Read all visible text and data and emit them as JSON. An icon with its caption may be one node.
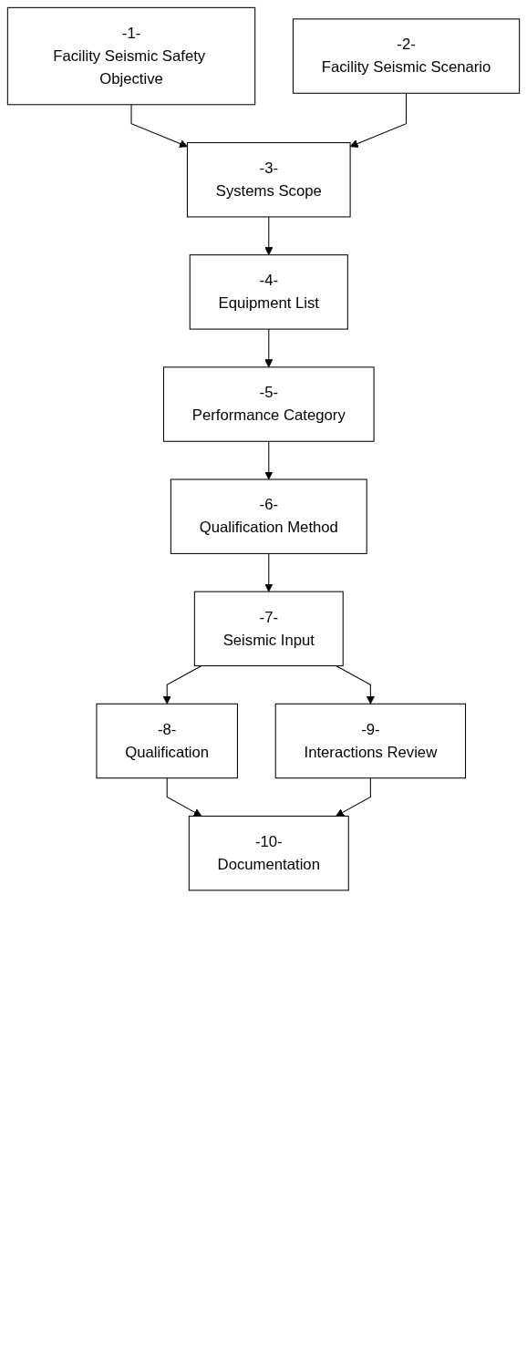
{
  "diagram": {
    "nodes": [
      {
        "text": [
          "-1-",
          "Facility Seismic Safety Objective"
        ]
      },
      {
        "text": [
          "-2-",
          "Facility Seismic Scenario"
        ]
      },
      {
        "text": [
          "-3-",
          "Systems Scope"
        ]
      },
      {
        "text": [
          "-4-",
          "Equipment List"
        ]
      },
      {
        "text": [
          "-5-",
          "Performance Category"
        ]
      },
      {
        "text": [
          "-6-",
          "Qualification Method"
        ]
      },
      {
        "text": [
          "-7-",
          "Seismic Input"
        ]
      },
      {
        "text": [
          "-8-",
          "Qualification"
        ]
      },
      {
        "text": [
          "-9-",
          "Interactions Review"
        ]
      },
      {
        "text": [
          "-10-",
          "Documentation"
        ]
      }
    ],
    "edges": [
      {
        "from": 0,
        "to": 2,
        "arrow": "to"
      },
      {
        "from": 1,
        "to": 2,
        "arrow": "to"
      },
      {
        "from": 2,
        "to": 3,
        "arrow": "to"
      },
      {
        "from": 3,
        "to": 4,
        "arrow": "to"
      },
      {
        "from": 4,
        "to": 5,
        "arrow": "to"
      },
      {
        "from": 5,
        "to": 6,
        "arrow": "to"
      },
      {
        "from": 6,
        "to": 7,
        "arrow": "to"
      },
      {
        "from": 6,
        "to": 8,
        "arrow": "to"
      },
      {
        "from": 7,
        "to": 9,
        "arrow": "to"
      },
      {
        "from": 8,
        "to": 9,
        "arrow": "to"
      }
    ]
  }
}
